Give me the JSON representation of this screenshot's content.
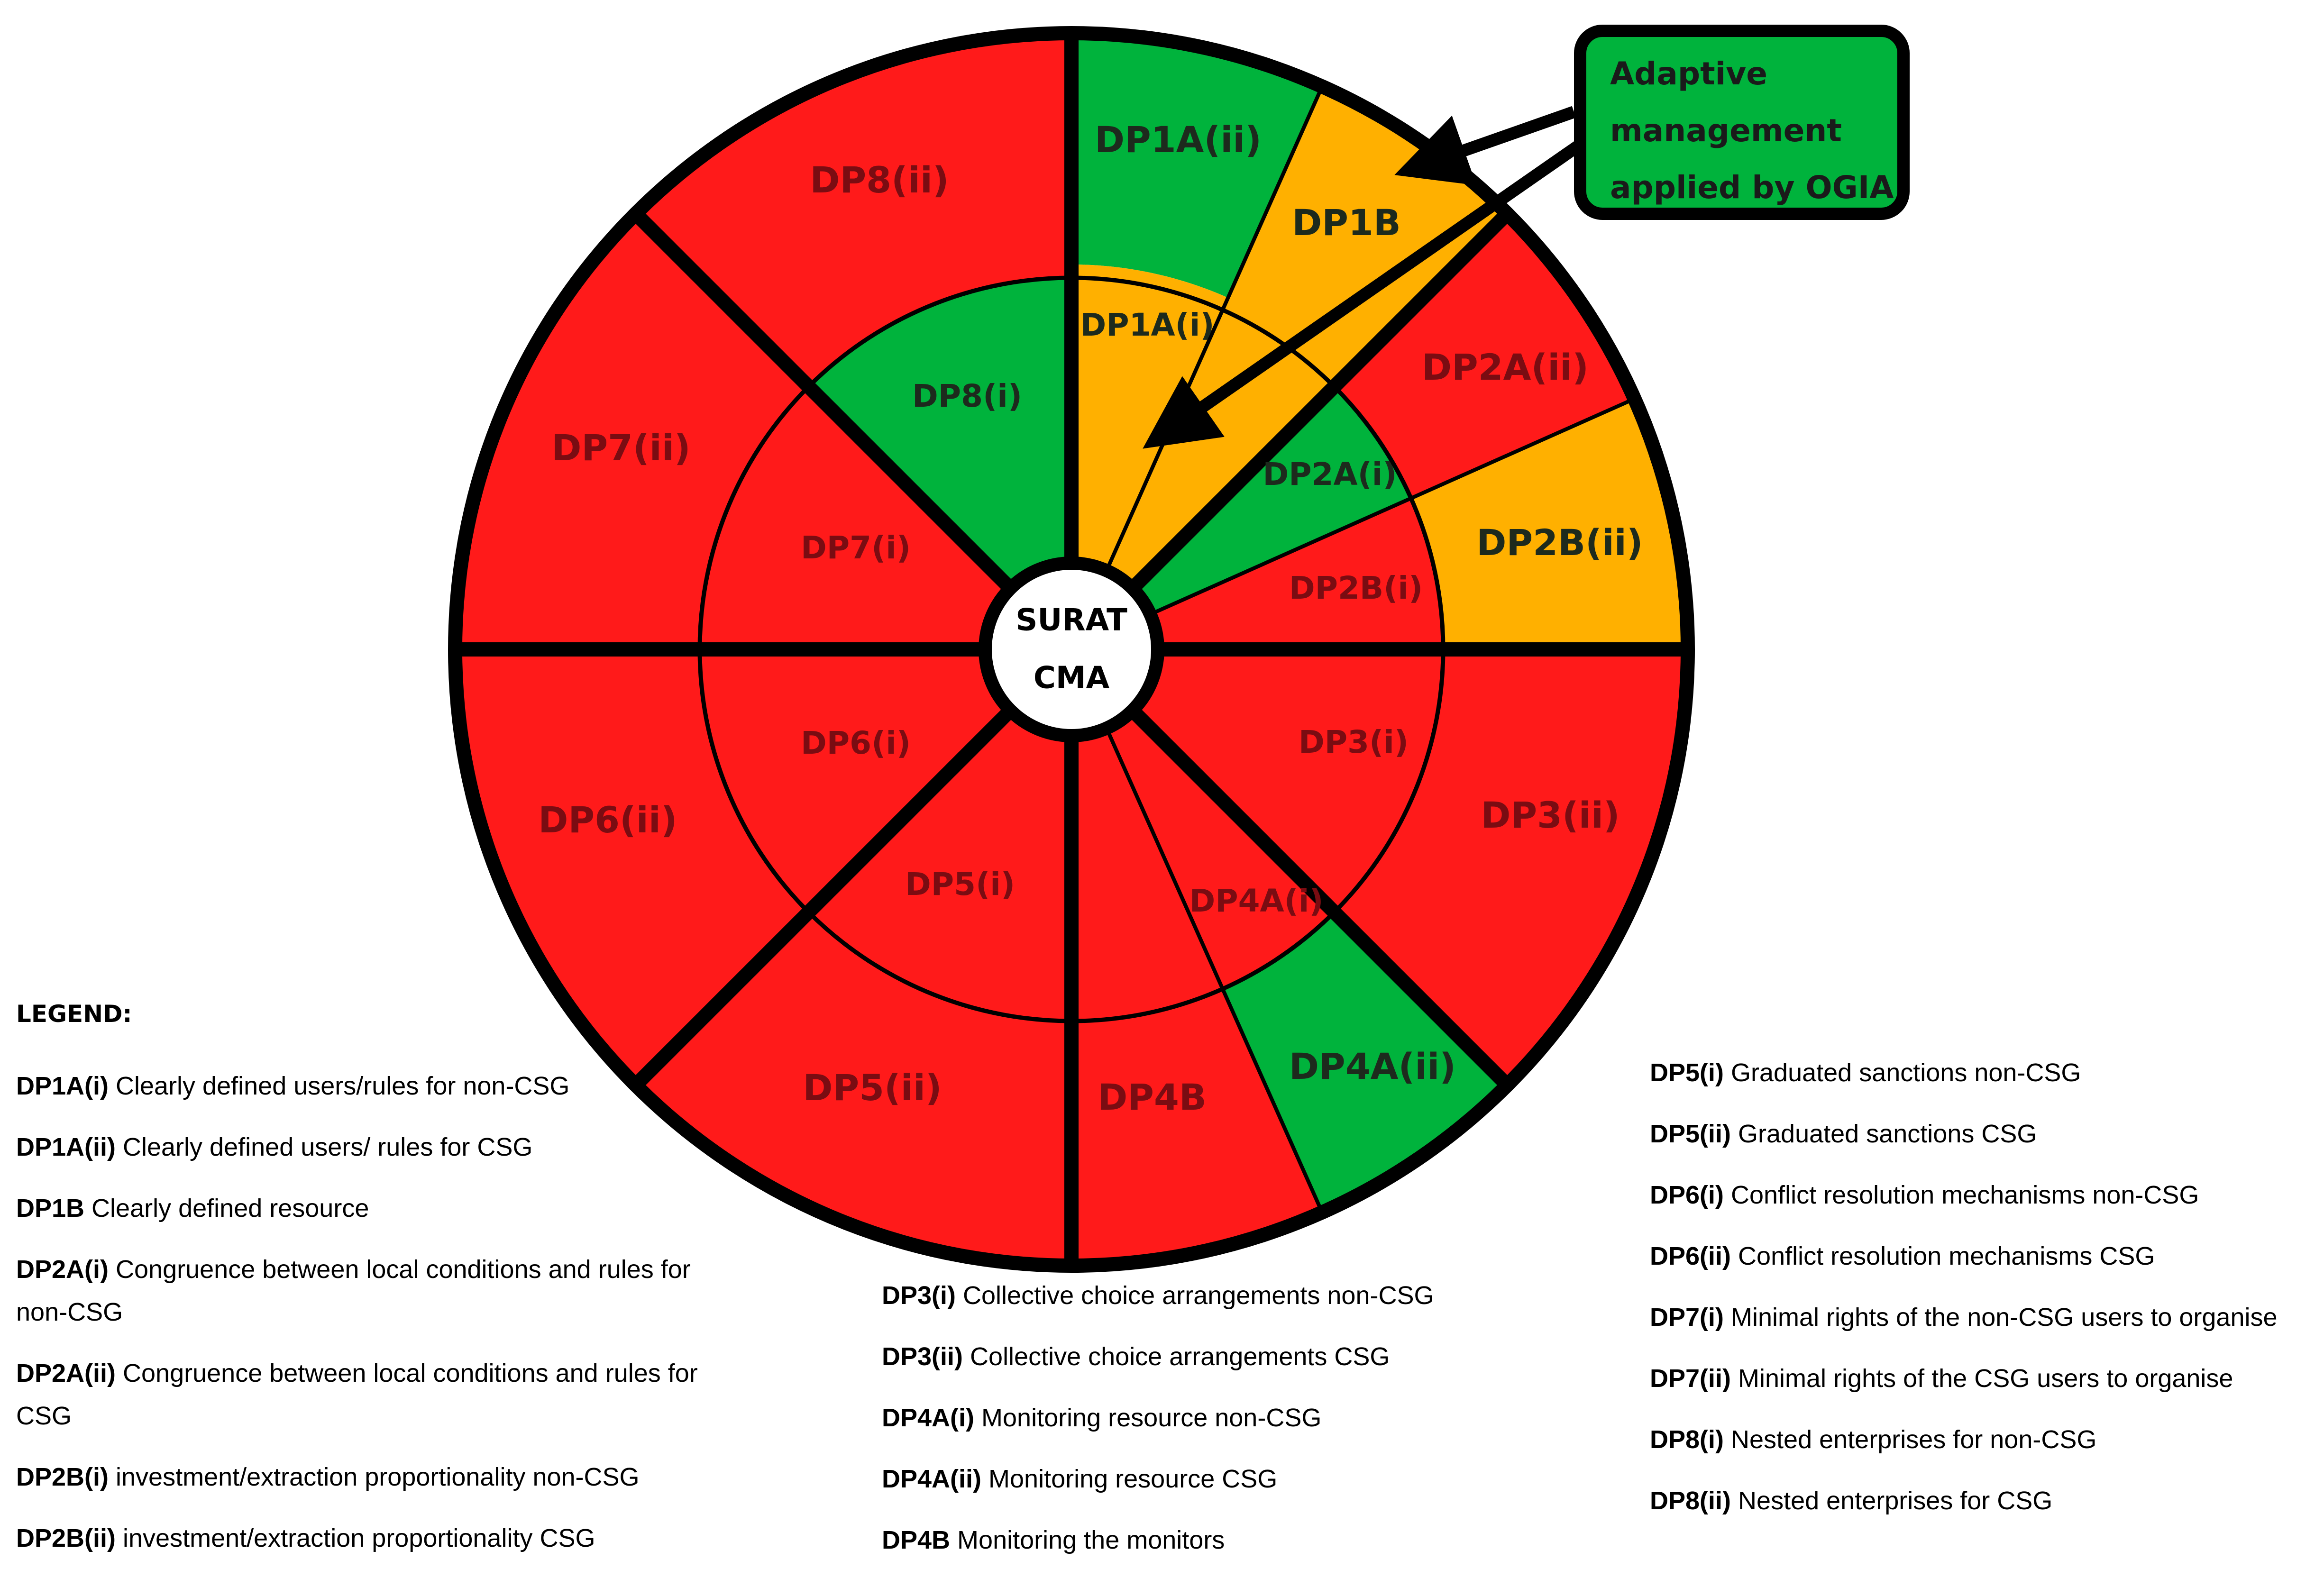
{
  "colors": {
    "red": "#ff1a1a",
    "green": "#00b33c",
    "amber": "#ffb000",
    "outline": "#000000",
    "label_text": "#7a0c12",
    "hub_fill": "#ffffff"
  },
  "hub": {
    "line1": "SURAT",
    "line2": "CMA"
  },
  "callout": {
    "lines": [
      "Adaptive",
      "management",
      "applied by OGIA"
    ]
  },
  "segments_outer": [
    {
      "id": "DP1A(ii)",
      "color": "green"
    },
    {
      "id": "DP1B",
      "color": "amber"
    },
    {
      "id": "DP2A(ii)",
      "color": "red"
    },
    {
      "id": "DP2B(ii)",
      "color": "amber"
    },
    {
      "id": "DP3(ii)",
      "color": "red"
    },
    {
      "id": "DP4A(ii)",
      "color": "green"
    },
    {
      "id": "DP4B",
      "color": "red"
    },
    {
      "id": "DP5(ii)",
      "color": "red"
    },
    {
      "id": "DP6(ii)",
      "color": "red"
    },
    {
      "id": "DP7(ii)",
      "color": "red"
    },
    {
      "id": "DP8(ii)",
      "color": "red"
    }
  ],
  "segments_inner": [
    {
      "id": "DP1A(i)",
      "color": "amber"
    },
    {
      "id": "DP2A(i)",
      "color": "green"
    },
    {
      "id": "DP2B(i)",
      "color": "red"
    },
    {
      "id": "DP3(i)",
      "color": "red"
    },
    {
      "id": "DP4A(i)",
      "color": "red"
    },
    {
      "id": "DP5(i)",
      "color": "red"
    },
    {
      "id": "DP6(i)",
      "color": "red"
    },
    {
      "id": "DP7(i)",
      "color": "red"
    },
    {
      "id": "DP8(i)",
      "color": "green"
    }
  ],
  "legend": {
    "title": "LEGEND:",
    "left": [
      {
        "code": "DP1A(i)",
        "text": " Clearly defined users/rules for non-CSG"
      },
      {
        "code": "DP1A(ii)",
        "text": " Clearly defined users/ rules for CSG"
      },
      {
        "code": "DP1B",
        "text": " Clearly defined resource"
      },
      {
        "code": "DP2A(i)",
        "text": " Congruence between local  conditions and rules for non-CSG"
      },
      {
        "code": "DP2A(ii)",
        "text": " Congruence between local  conditions and rules for CSG"
      },
      {
        "code": "DP2B(i)",
        "text": " investment/extraction proportionality non-CSG"
      },
      {
        "code": "DP2B(ii)",
        "text": " investment/extraction proportionality CSG"
      }
    ],
    "middle": [
      {
        "code": "DP3(i)",
        "text": " Collective choice arrangements non-CSG"
      },
      {
        "code": "DP3(ii)",
        "text": " Collective choice arrangements CSG"
      },
      {
        "code": "DP4A(i)",
        "text": " Monitoring  resource non-CSG"
      },
      {
        "code": "DP4A(ii)",
        "text": " Monitoring resource CSG"
      },
      {
        "code": "DP4B",
        "text": " Monitoring the monitors"
      }
    ],
    "right": [
      {
        "code": "DP5(i)",
        "text": " Graduated sanctions non-CSG"
      },
      {
        "code": "DP5(ii)",
        "text": " Graduated sanctions CSG"
      },
      {
        "code": "DP6(i)",
        "text": " Conflict resolution mechanisms non-CSG"
      },
      {
        "code": "DP6(ii)",
        "text": " Conflict resolution mechanisms CSG"
      },
      {
        "code": "DP7(i)",
        "text": " Minimal  rights of the non-CSG users to organise"
      },
      {
        "code": "DP7(ii)",
        "text": " Minimal rights of the CSG users to organise"
      },
      {
        "code": "DP8(i)",
        "text": " Nested enterprises for non-CSG"
      },
      {
        "code": "DP8(ii)",
        "text": " Nested enterprises for CSG"
      }
    ]
  }
}
